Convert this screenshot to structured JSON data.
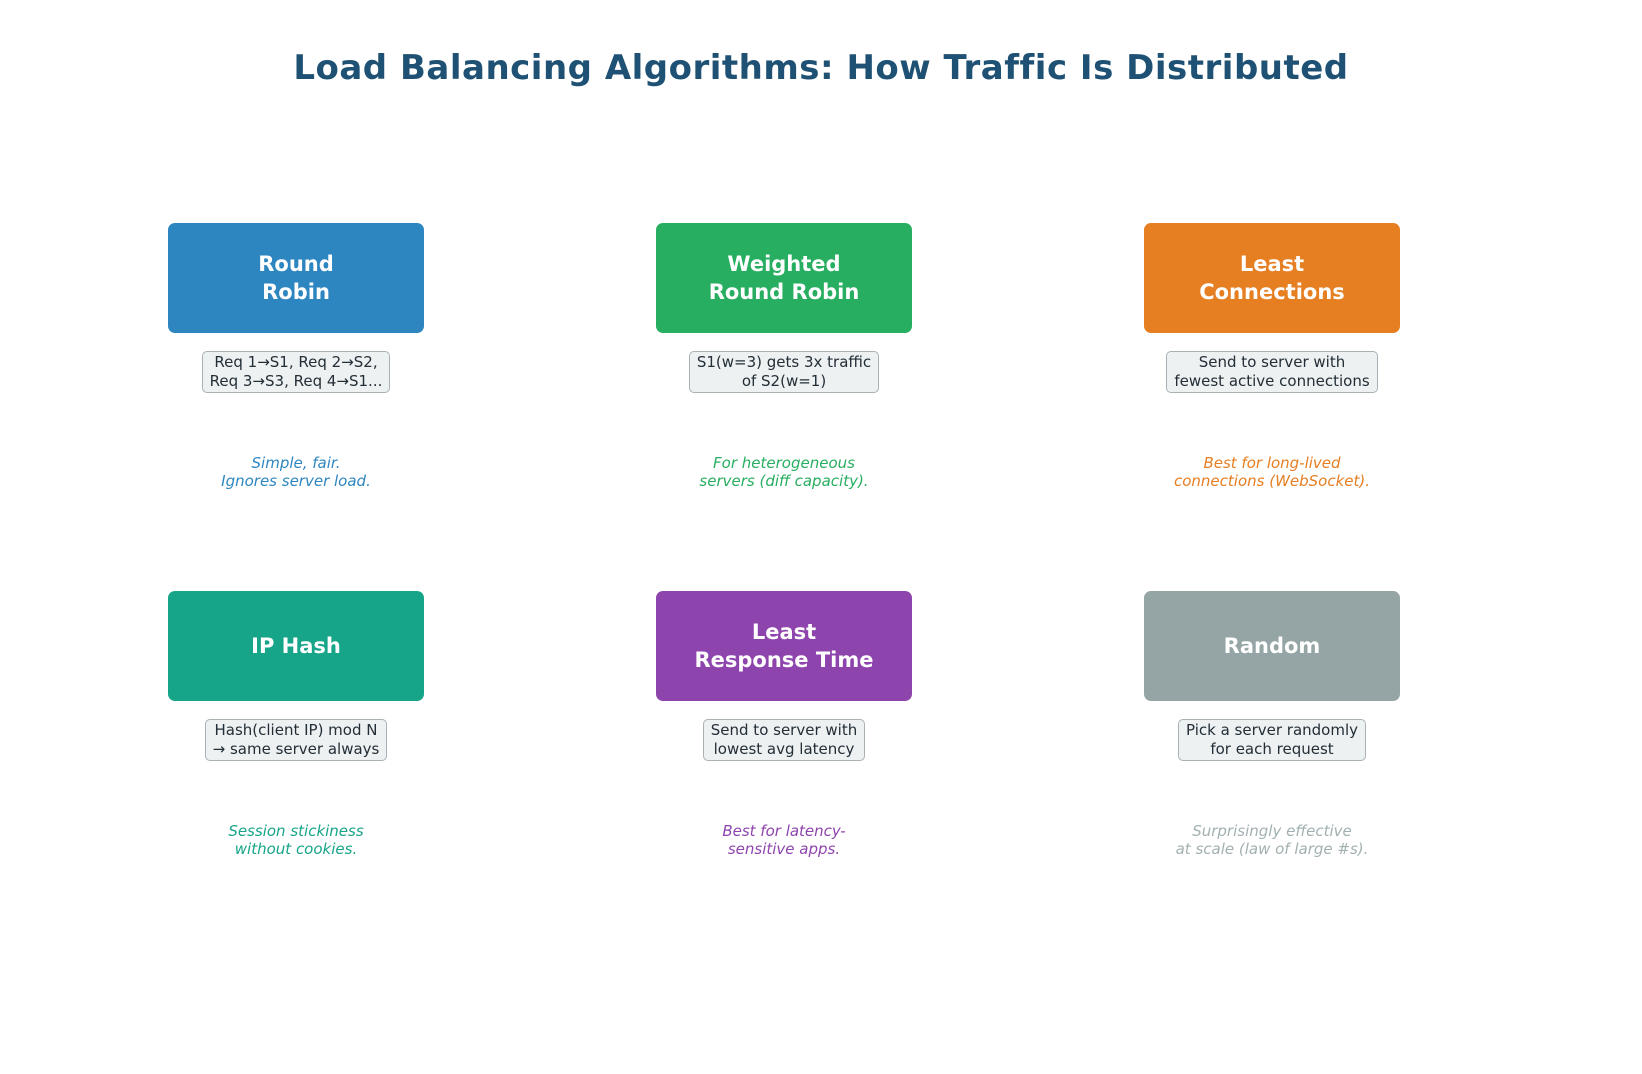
{
  "title": "Load Balancing Algorithms: How Traffic Is Distributed",
  "title_color": "#1E5173",
  "algorithms": [
    {
      "id": "round-robin",
      "name_lines": [
        "Round",
        "Robin"
      ],
      "color": "#2E86C1",
      "detail_lines": [
        "Req 1→S1, Req 2→S2,",
        "Req 3→S3, Req 4→S1..."
      ],
      "note_lines": [
        "Simple, fair.",
        "Ignores server load."
      ],
      "note_color": "#2E86C1"
    },
    {
      "id": "weighted-round-robin",
      "name_lines": [
        "Weighted",
        "Round Robin"
      ],
      "color": "#27AE60",
      "detail_lines": [
        "S1(w=3) gets 3x traffic",
        "of S2(w=1)"
      ],
      "note_lines": [
        "For heterogeneous",
        "servers (diff capacity)."
      ],
      "note_color": "#27AE60"
    },
    {
      "id": "least-connections",
      "name_lines": [
        "Least",
        "Connections"
      ],
      "color": "#E67E22",
      "detail_lines": [
        "Send to server with",
        "fewest active connections"
      ],
      "note_lines": [
        "Best for long-lived",
        "connections (WebSocket)."
      ],
      "note_color": "#E67E22"
    },
    {
      "id": "ip-hash",
      "name_lines": [
        "IP Hash"
      ],
      "color": "#17A589",
      "detail_lines": [
        "Hash(client IP) mod N",
        "→ same server always"
      ],
      "note_lines": [
        "Session stickiness",
        "without cookies."
      ],
      "note_color": "#17A589"
    },
    {
      "id": "least-response-time",
      "name_lines": [
        "Least",
        "Response Time"
      ],
      "color": "#8E44AD",
      "detail_lines": [
        "Send to server with",
        "lowest avg latency"
      ],
      "note_lines": [
        "Best for latency-",
        "sensitive apps."
      ],
      "note_color": "#8E44AD"
    },
    {
      "id": "random",
      "name_lines": [
        "Random"
      ],
      "color": "#95A5A6",
      "detail_lines": [
        "Pick a server randomly",
        "for each request"
      ],
      "note_lines": [
        "Surprisingly effective",
        "at scale (law of large #s)."
      ],
      "note_color": "#A2B0B1"
    }
  ]
}
